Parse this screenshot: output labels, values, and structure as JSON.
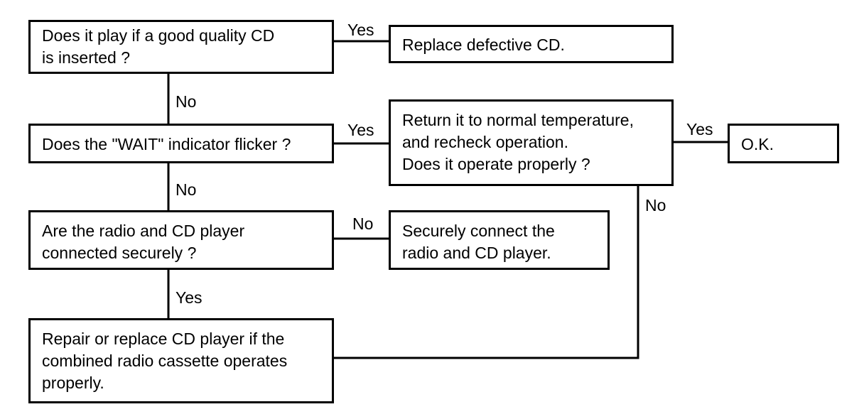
{
  "nodes": {
    "q1": {
      "lines": [
        "Does it play if a good quality CD",
        "is inserted ?"
      ]
    },
    "replace_cd": {
      "lines": [
        "Replace defective CD."
      ]
    },
    "q2": {
      "lines": [
        "Does the \"WAIT\" indicator flicker ?"
      ]
    },
    "temp_check": {
      "lines": [
        "Return it to normal temperature,",
        "and recheck operation.",
        "Does it operate properly ?"
      ]
    },
    "ok": {
      "lines": [
        "O.K."
      ]
    },
    "q3": {
      "lines": [
        "Are the radio and CD player",
        "connected securely ?"
      ]
    },
    "connect": {
      "lines": [
        "Securely connect the",
        "radio and CD player."
      ]
    },
    "repair": {
      "lines": [
        "Repair or replace CD player if the",
        "combined radio cassette operates",
        "properly."
      ]
    }
  },
  "edges": {
    "q1_replace": "Yes",
    "q1_q2": "No",
    "q2_temp": "Yes",
    "temp_ok": "Yes",
    "temp_repair": "No",
    "q2_q3": "No",
    "q3_connect": "No",
    "q3_repair": "Yes"
  }
}
